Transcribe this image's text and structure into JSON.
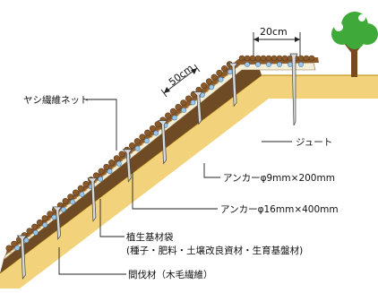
{
  "colors": {
    "ground": "#F2D27A",
    "ground_edge": "#B8860B",
    "soil": "#8B5A2B",
    "soil_dark": "#5C3A1A",
    "mat": "#F4EFD9",
    "bag_ball": "#9EC6E8",
    "anchor": "#D8D8D8",
    "tree_leaf": "#3FAA3A",
    "tree_trunk": "#7A4A1E",
    "leader": "#222222"
  },
  "dimensions": {
    "top_width": "20cm",
    "slope_spacing": "50cm"
  },
  "labels": {
    "yashi_net": "ヤシ繊維ネット",
    "jute": "ジュート",
    "anchor_small": "アンカーφ9mm×200mm",
    "anchor_large": "アンカーφ16mm×400mm",
    "planting_bag_line1": "植生基材袋",
    "planting_bag_line2": "(種子・肥料・土壌改良資材・生育基盤材)",
    "thinning_material": "間伐材（木毛繊維）"
  }
}
